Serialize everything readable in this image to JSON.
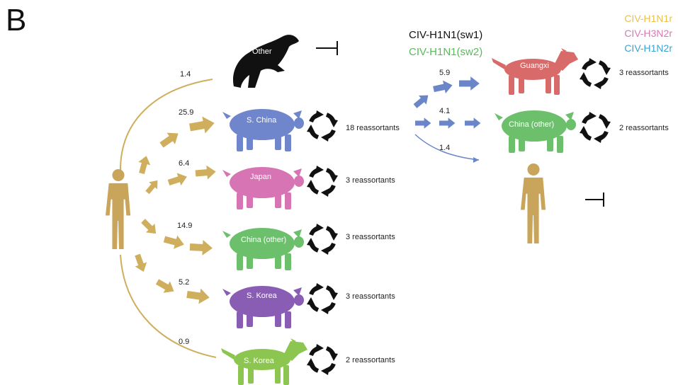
{
  "panel_label": "B",
  "legend_right": [
    {
      "text": "CIV-H1N1r",
      "color": "#e8c24a"
    },
    {
      "text": "CIV-H3N2r",
      "color": "#d978b4"
    },
    {
      "text": "CIV-H1N2r",
      "color": "#3aa3cf"
    }
  ],
  "legend_mid": [
    {
      "text": "CIV-H1N1(sw1)",
      "color": "#111111"
    },
    {
      "text": "CIV-H1N1(sw2)",
      "color": "#5ab95a"
    }
  ],
  "colors": {
    "gold_arrow": "#cfae5d",
    "blue_arrow": "#6a86c9",
    "human": "#c9a45b",
    "other": "#111111",
    "s_china": "#6f86cc",
    "japan": "#d774b3",
    "china_other": "#6cc06c",
    "s_korea_pig": "#8a5db4",
    "s_korea_dog": "#8cc54f",
    "guangxi": "#d96a6a",
    "recycle": "#111111"
  },
  "left_flows": [
    {
      "value": "1.4",
      "target": "Other"
    },
    {
      "value": "25.9",
      "target": "S. China"
    },
    {
      "value": "6.4",
      "target": "Japan"
    },
    {
      "value": "14.9",
      "target": "China (other)"
    },
    {
      "value": "5.2",
      "target": "S. Korea"
    },
    {
      "value": "0.9",
      "target": "S. Korea"
    }
  ],
  "hosts_left": [
    {
      "label": "Other",
      "species": "ferret",
      "reassortants": ""
    },
    {
      "label": "S. China",
      "species": "pig",
      "reassortants": "18 reassortants"
    },
    {
      "label": "Japan",
      "species": "pig",
      "reassortants": "3 reassortants"
    },
    {
      "label": "China (other)",
      "species": "pig",
      "reassortants": "3 reassortants"
    },
    {
      "label": "S. Korea",
      "species": "pig",
      "reassortants": "3 reassortants"
    },
    {
      "label": "S. Korea",
      "species": "dog",
      "reassortants": "2 reassortants"
    }
  ],
  "right_flows": [
    {
      "value": "5.9",
      "target": "Guangxi"
    },
    {
      "value": "4.1",
      "target": "China (other)"
    },
    {
      "value": "1.4",
      "target": "human"
    }
  ],
  "hosts_right": [
    {
      "label": "Guangxi",
      "species": "dog",
      "reassortants": "3 reassortants"
    },
    {
      "label": "China (other)",
      "species": "pig",
      "reassortants": "2 reassortants"
    }
  ]
}
